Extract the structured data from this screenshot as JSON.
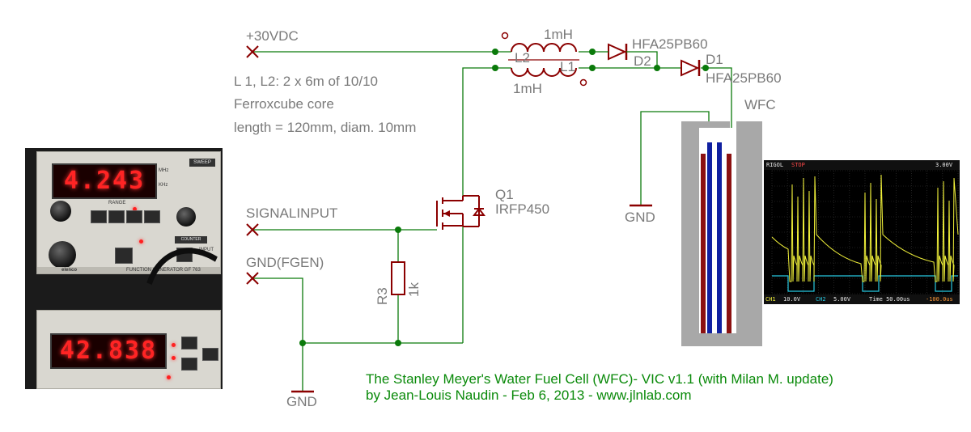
{
  "supply_label": "+30VDC",
  "coil_note": {
    "line1": "L 1, L2: 2 x 6m of 10/10",
    "line2": "Ferroxcube core",
    "line3": "length = 120mm, diam. 10mm"
  },
  "inductors": {
    "l2_name": "L2",
    "l1_name": "L1",
    "l2_value": "1mH",
    "l1_value": "1mH"
  },
  "diodes": {
    "d2_name": "D2",
    "d1_name": "D1",
    "d2_part": "HFA25PB60",
    "d1_part": "HFA25PB60"
  },
  "cell_label": "WFC",
  "mosfet": {
    "name": "Q1",
    "part": "IRFP450"
  },
  "resistor": {
    "name": "R3",
    "value": "1k"
  },
  "inputs": {
    "signal": "SIGNALINPUT",
    "fgen_gnd": "GND(FGEN)"
  },
  "ground_label": "GND",
  "credit": {
    "line1": "The Stanley Meyer's Water Fuel Cell (WFC)- VIC v1.1 (with Milan M. update)",
    "line2": "by Jean-Louis Naudin - Feb 6, 2013 - www.jlnlab.com"
  },
  "photo": {
    "freq_display": "4.243",
    "counter_display": "42.838",
    "fg_brand": "elenco",
    "fg_model": "FUNCTION GENERATOR  GF 763",
    "sweep_label": "SWEEP",
    "range_label": "RANGE",
    "counter_label": "COUNTER",
    "input_label": "INPUT",
    "unit_mhz": "MHz",
    "unit_khz": "KHz"
  },
  "scope": {
    "brand": "RIGOL",
    "state": "STOP",
    "trigger_readout": "3.00V",
    "ch1_label": "CH1",
    "ch1_scale": "10.0V",
    "ch2_label": "CH2",
    "ch2_scale": "5.00V",
    "time_label": "Time 50.00us",
    "offset_label": "-100.0us",
    "trace_colors": {
      "ch1": "#f2f23a",
      "ch2": "#27c8e0"
    }
  },
  "colors": {
    "wire": "#0a7a0a",
    "symbol": "#8b0000",
    "text": "#7a7a7a",
    "credit": "#0a8a0a",
    "tube_outer": "#8b1010",
    "tube_inner": "#1020a0",
    "cell_body": "#a8a8a8"
  }
}
